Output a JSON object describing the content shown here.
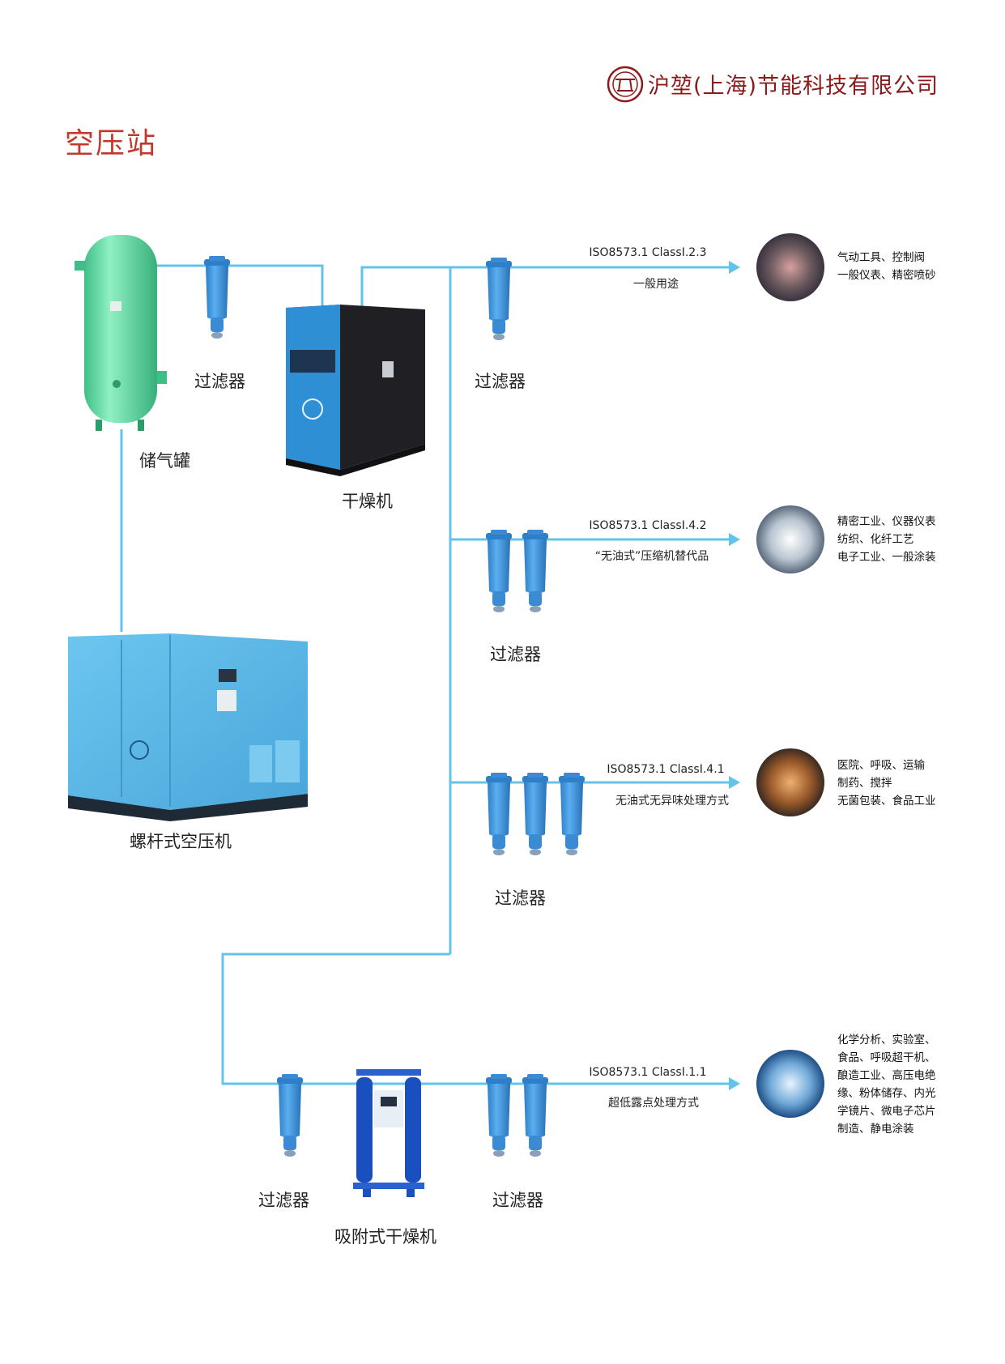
{
  "header": {
    "company_name": "沪堃(上海)节能科技有限公司",
    "page_title": "空压站"
  },
  "colors": {
    "line": "#64c3ea",
    "filter": "#3e8ed8",
    "tank": "#5ad39c",
    "compressor": "#5fb8e6",
    "dryer": "#2e8fd5",
    "accent": "#c0392b"
  },
  "components": {
    "tank_label": "储气罐",
    "filter_label": "过滤器",
    "dryer_label": "干燥机",
    "compressor_label": "螺杆式空压机",
    "adsorption_dryer_label": "吸附式干燥机"
  },
  "branches": [
    {
      "standard": "ISO8573.1 ClassI.2.3",
      "use": "一般用途",
      "applications": [
        "气动工具、控制阀",
        "一般仪表、精密喷砂"
      ]
    },
    {
      "standard": "ISO8573.1 ClassI.4.2",
      "use": "“无油式”压缩机替代品",
      "applications": [
        "精密工业、仪器仪表",
        "纺织、化纤工艺",
        "电子工业、一般涂装"
      ]
    },
    {
      "standard": "ISO8573.1 ClassI.4.1",
      "use": "无油式无异味处理方式",
      "applications": [
        "医院、呼吸、运输",
        "制药、搅拌",
        "无菌包装、食品工业"
      ]
    },
    {
      "standard": "ISO8573.1 ClassI.1.1",
      "use": "超低露点处理方式",
      "applications": [
        "化学分析、实验室、",
        "食品、呼吸超干机、",
        "酿造工业、高压电绝",
        "缘、粉体储存、内光",
        "学镜片、微电子芯片",
        "制造、静电涂装"
      ]
    }
  ]
}
